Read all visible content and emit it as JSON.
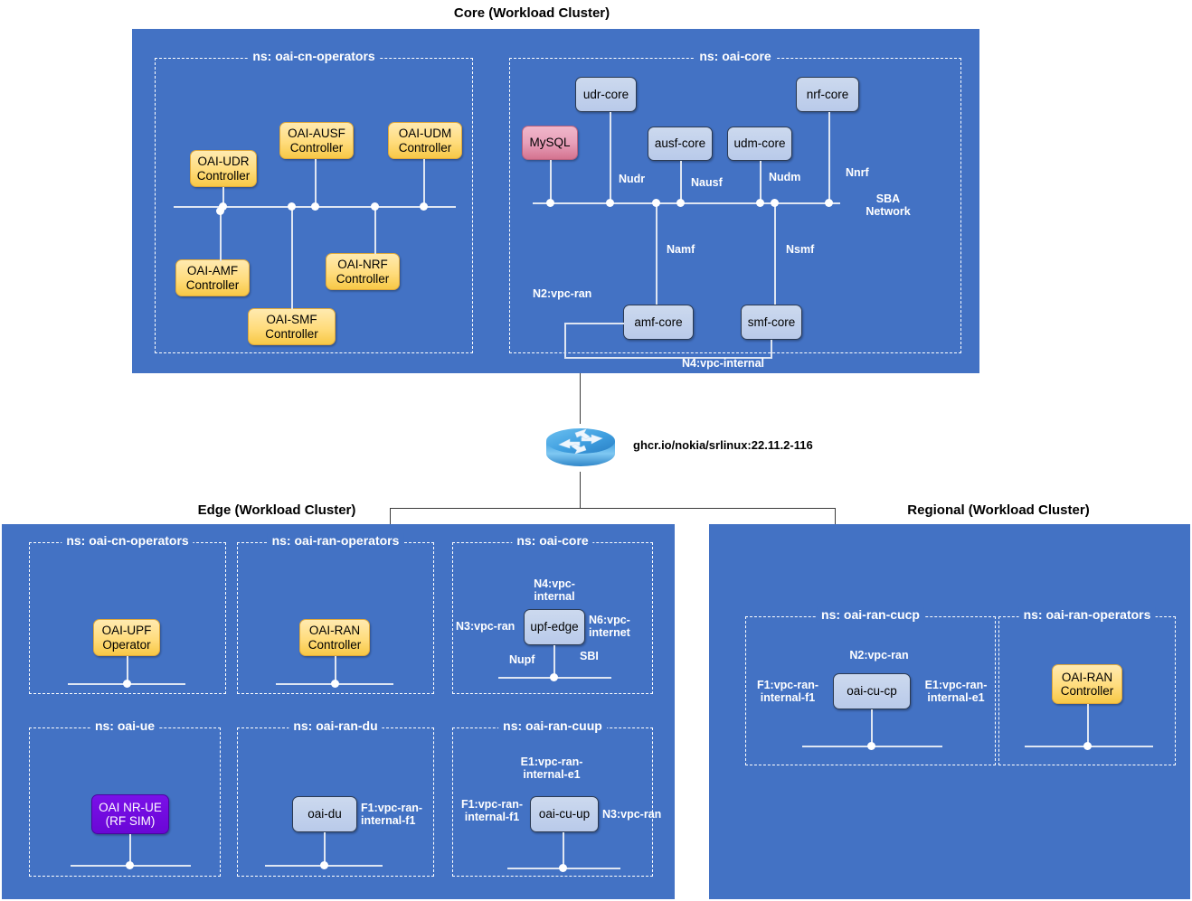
{
  "clusters": {
    "core": {
      "title": "Core (Workload Cluster)"
    },
    "edge": {
      "title": "Edge (Workload Cluster)"
    },
    "regional": {
      "title": "Regional (Workload Cluster)"
    }
  },
  "core": {
    "ns_operators": {
      "label": "ns: oai-cn-operators",
      "nodes": [
        {
          "name": "oai-udr-controller",
          "line1": "OAI-UDR",
          "line2": "Controller"
        },
        {
          "name": "oai-ausf-controller",
          "line1": "OAI-AUSF",
          "line2": "Controller"
        },
        {
          "name": "oai-udm-controller",
          "line1": "OAI-UDM",
          "line2": "Controller"
        },
        {
          "name": "oai-amf-controller",
          "line1": "OAI-AMF",
          "line2": "Controller"
        },
        {
          "name": "oai-nrf-controller",
          "line1": "OAI-NRF",
          "line2": "Controller"
        },
        {
          "name": "oai-smf-controller",
          "line1": "OAI-SMF",
          "line2": "Controller"
        }
      ]
    },
    "ns_core": {
      "label": "ns: oai-core",
      "nodes": [
        {
          "name": "udr-core",
          "label": "udr-core"
        },
        {
          "name": "mysql",
          "label": "MySQL"
        },
        {
          "name": "ausf-core",
          "label": "ausf-core"
        },
        {
          "name": "udm-core",
          "label": "udm-core"
        },
        {
          "name": "nrf-core",
          "label": "nrf-core"
        },
        {
          "name": "amf-core",
          "label": "amf-core"
        },
        {
          "name": "smf-core",
          "label": "smf-core"
        }
      ],
      "interfaces": {
        "nudr": "Nudr",
        "nausf": "Nausf",
        "nudm": "Nudm",
        "nnrf": "Nnrf",
        "namf": "Namf",
        "nsmf": "Nsmf",
        "sba_network": "SBA\nNetwork",
        "sba_l1": "SBA",
        "sba_l2": "Network",
        "n2_vpc_ran": "N2:vpc-ran",
        "n4_vpc_internal": "N4:vpc-internal"
      }
    }
  },
  "router": {
    "icon": "router-icon",
    "caption": "ghcr.io/nokia/srlinux:22.11.2-116"
  },
  "edge": {
    "ns_cn_operators": {
      "label": "ns: oai-cn-operators",
      "node": {
        "name": "oai-upf-operator",
        "line1": "OAI-UPF",
        "line2": "Operator"
      }
    },
    "ns_ran_operators": {
      "label": "ns: oai-ran-operators",
      "node": {
        "name": "oai-ran-controller",
        "line1": "OAI-RAN",
        "line2": "Controller"
      }
    },
    "ns_core": {
      "label": "ns: oai-core",
      "node": {
        "name": "upf-edge",
        "label": "upf-edge"
      },
      "interfaces": {
        "n4_l1": "N4:vpc-",
        "n4_l2": "internal",
        "n3": "N3:vpc-ran",
        "n6_l1": "N6:vpc-",
        "n6_l2": "internet",
        "nupf": "Nupf",
        "sbi": "SBI"
      }
    },
    "ns_ue": {
      "label": "ns: oai-ue",
      "node": {
        "name": "oai-nr-ue",
        "line1": "OAI NR-UE",
        "line2": "(RF SIM)"
      }
    },
    "ns_ran_du": {
      "label": "ns: oai-ran-du",
      "node": {
        "name": "oai-du",
        "label": "oai-du"
      },
      "interfaces": {
        "f1_l1": "F1:vpc-ran-",
        "f1_l2": "internal-f1"
      }
    },
    "ns_ran_cuup": {
      "label": "ns: oai-ran-cuup",
      "node": {
        "name": "oai-cu-up",
        "label": "oai-cu-up"
      },
      "interfaces": {
        "e1_l1": "E1:vpc-ran-",
        "e1_l2": "internal-e1",
        "f1_l1": "F1:vpc-ran-",
        "f1_l2": "internal-f1",
        "n3": "N3:vpc-ran"
      }
    }
  },
  "regional": {
    "ns_ran_cucp": {
      "label": "ns: oai-ran-cucp",
      "node": {
        "name": "oai-cu-cp",
        "label": "oai-cu-cp"
      },
      "interfaces": {
        "n2": "N2:vpc-ran",
        "f1_l1": "F1:vpc-ran-",
        "f1_l2": "internal-f1",
        "e1_l1": "E1:vpc-ran-",
        "e1_l2": "internal-e1"
      }
    },
    "ns_ran_operators": {
      "label": "ns: oai-ran-operators",
      "node": {
        "name": "oai-ran-controller",
        "line1": "OAI-RAN",
        "line2": "Controller"
      }
    }
  },
  "colors": {
    "panel_blue": "#4372c4",
    "node_yellow": "#ffdc7c",
    "node_blue": "#c3d2ec",
    "node_pink": "#e49cb6",
    "node_purple": "#7a10e8",
    "line_white": "#dfe6f2",
    "connector_black": "#3a3a3a"
  }
}
